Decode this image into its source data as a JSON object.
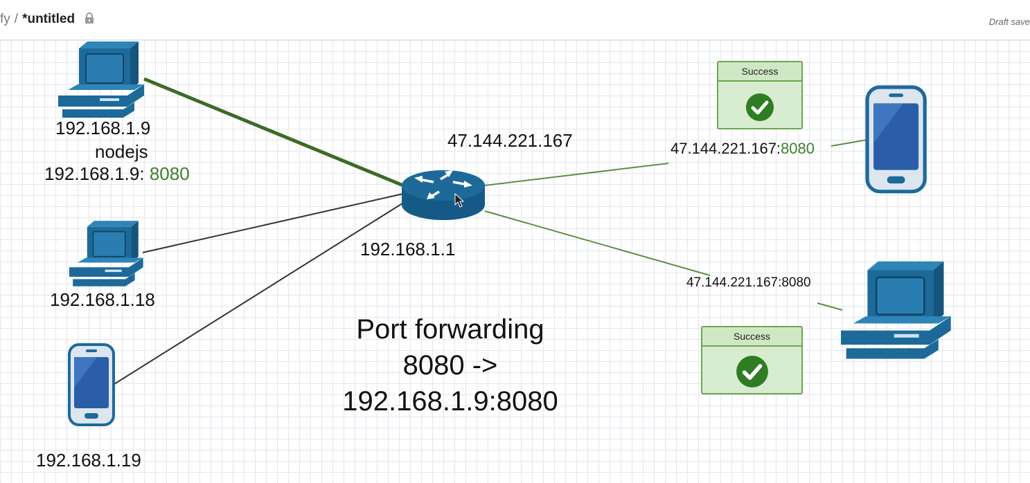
{
  "header": {
    "breadcrumb_parent": "fy",
    "breadcrumb_sep": "/",
    "title": "*untitled",
    "draft_status": "Draft save"
  },
  "icons": {
    "lock": "lock-icon",
    "computer": "desktop-computer-icon",
    "phone": "smartphone-icon",
    "router": "router-icon",
    "check": "checkmark-icon"
  },
  "colors": {
    "device_blue": "#1d6a9a",
    "link_green": "#5a8f40",
    "link_green_dark": "#3d6b24",
    "link_black": "#333333",
    "success_fill": "#d8ecd0",
    "success_border": "#6aa84f"
  },
  "labels": {
    "pc1_ip": "192.168.1.9",
    "pc1_app": "nodejs",
    "pc1_socket_ip": "192.168.1.9: ",
    "pc1_socket_port": "8080",
    "pc2_ip": "192.168.1.18",
    "phone_ip": "192.168.1.19",
    "router_public_ip": "47.144.221.167",
    "router_local_ip": "192.168.1.1",
    "remote_phone_addr": "47.144.221.167:",
    "remote_phone_port": "8080",
    "remote_pc_addr": "47.144.221.167:8080"
  },
  "success_cards": {
    "top": "Success",
    "bottom": "Success"
  },
  "port_forwarding": {
    "line1": "Port forwarding",
    "line2": "8080 ->",
    "line3": "192.168.1.9:8080"
  }
}
